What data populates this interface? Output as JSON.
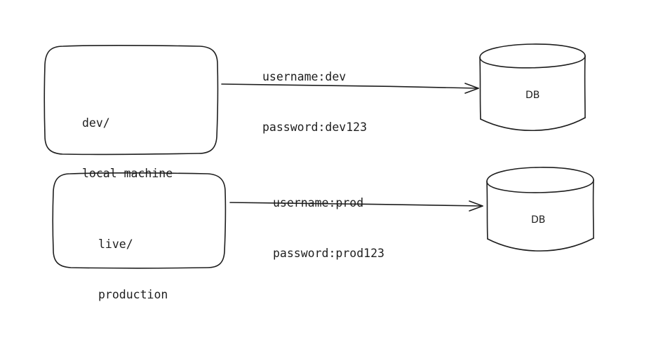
{
  "nodes": {
    "dev_env": {
      "line1": "dev/",
      "line2": "local machine"
    },
    "prod_env": {
      "line1": "live/",
      "line2": "production"
    },
    "dev_db": {
      "label": "DB"
    },
    "prod_db": {
      "label": "DB"
    }
  },
  "edges": {
    "dev_connection": {
      "line1": "username:dev",
      "line2": "password:dev123"
    },
    "prod_connection": {
      "line1": "username:prod",
      "line2": "password:prod123"
    }
  },
  "colors": {
    "stroke": "#1e1e1e",
    "background": "#ffffff"
  }
}
